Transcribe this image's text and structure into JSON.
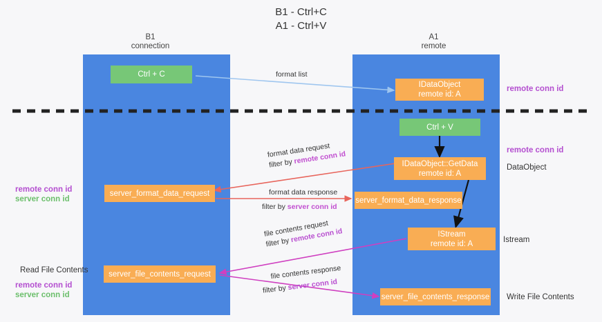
{
  "title": {
    "line1": "B1 - Ctrl+C",
    "line2": "A1 - Ctrl+V"
  },
  "lanes": [
    {
      "name": "B1",
      "sub": "connection"
    },
    {
      "name": "A1",
      "sub": "remote"
    }
  ],
  "nodes": {
    "ctrl_c": {
      "label": "Ctrl + C"
    },
    "ctrl_v": {
      "label": "Ctrl + V"
    },
    "idataobject": {
      "line1": "IDataObject",
      "line2": "remote id: A"
    },
    "getdata": {
      "line1": "IDataObject::GetData",
      "line2": "remote id: A"
    },
    "istream": {
      "line1": "IStream",
      "line2": "remote id: A"
    },
    "server_format_data_request": {
      "label": "server_format_data_request"
    },
    "server_format_data_response": {
      "label": "server_format_data_response"
    },
    "server_file_contents_request": {
      "label": "server_file_contents_request"
    },
    "server_file_contents_response": {
      "label": "server_file_contents_response"
    }
  },
  "edges": {
    "format_list": {
      "label": "format list"
    },
    "format_data_request": {
      "line1": "format data request",
      "filter_prefix": "filter by ",
      "filter_key": "remote conn id"
    },
    "format_data_response": {
      "line1": "format data response",
      "filter_prefix": "filter by ",
      "filter_key": "server conn id"
    },
    "file_contents_request": {
      "line1": "file contents request",
      "filter_prefix": "filter by ",
      "filter_key": "remote conn id"
    },
    "file_contents_response": {
      "line1": "file contents response",
      "filter_prefix": "filter by ",
      "filter_key": "server conn id"
    }
  },
  "annotations": {
    "right_remote_conn_id_top": "remote conn id",
    "right_remote_conn_id_mid": "remote conn id",
    "right_dataobject": "DataObject",
    "right_istream": "Istream",
    "right_write_file_contents": "Write File Contents",
    "left_remote_conn_id_mid": "remote conn id",
    "left_server_conn_id_mid": "server conn id",
    "left_read_file_contents": "Read File Contents",
    "left_remote_conn_id_bottom": "remote conn id",
    "left_server_conn_id_bottom": "server conn id"
  },
  "colors": {
    "lane": "#4a86e0",
    "green_node": "#77c777",
    "orange_node": "#f9ad54",
    "purple": "#b44fd0",
    "green_text": "#6cbf6c",
    "red_arrow": "#e8655c",
    "magenta_arrow": "#cf3fc0",
    "blue_arrow": "#9fc6ef",
    "divider": "#222222"
  }
}
